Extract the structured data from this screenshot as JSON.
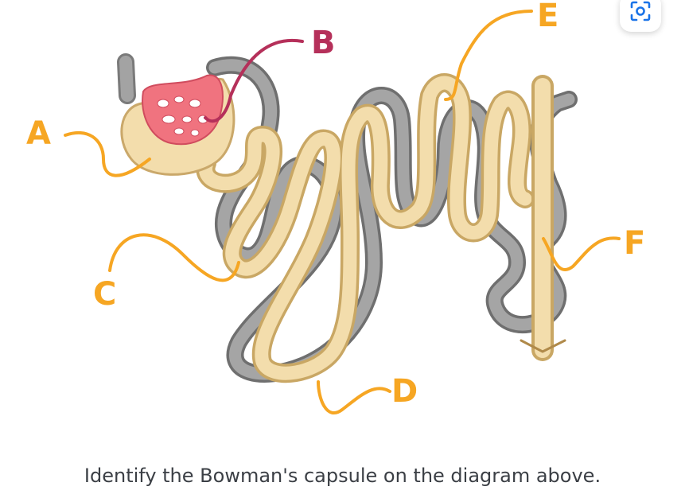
{
  "labels": {
    "a": "A",
    "b": "B",
    "c": "C",
    "d": "D",
    "e": "E",
    "f": "F"
  },
  "question": "Identify the Bowman's capsule on the diagram above.",
  "icons": {
    "visual_search": "lens-icon"
  },
  "colors": {
    "tubule": "#f2dba8",
    "tubule_outline": "#caa86a",
    "vessel": "#9d9d9d",
    "vessel_outline": "#707070",
    "glomerulus": "#f0737f",
    "label_orange": "#f6a623",
    "label_magenta": "#b5305a"
  }
}
